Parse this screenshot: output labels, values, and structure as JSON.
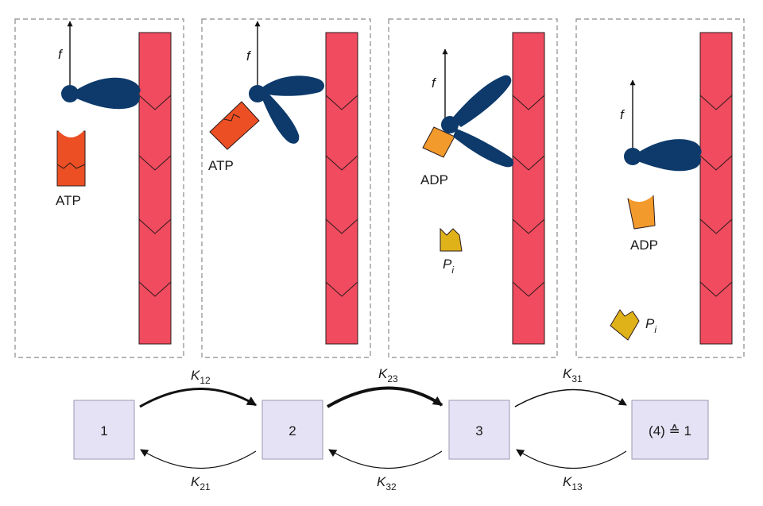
{
  "panels": [
    {
      "force_label": "f",
      "nucleotide_label": "ATP"
    },
    {
      "force_label": "f",
      "nucleotide_label": "ATP"
    },
    {
      "force_label": "f",
      "nucleotide_label": "ADP",
      "phosphate_label": "P",
      "phosphate_sub": "i"
    },
    {
      "force_label": "f",
      "nucleotide_label": "ADP",
      "phosphate_label": "P",
      "phosphate_sub": "i"
    }
  ],
  "states": [
    {
      "label": "1"
    },
    {
      "label": "2"
    },
    {
      "label": "3"
    },
    {
      "label": "(4) ≙ 1"
    }
  ],
  "rates": {
    "k12": {
      "base": "K",
      "sub": "12"
    },
    "k23": {
      "base": "K",
      "sub": "23"
    },
    "k31": {
      "base": "K",
      "sub": "31"
    },
    "k21": {
      "base": "K",
      "sub": "21"
    },
    "k32": {
      "base": "K",
      "sub": "32"
    },
    "k13": {
      "base": "K",
      "sub": "13"
    }
  },
  "colors": {
    "actin": "#f04b5f",
    "myosin": "#0d3a6b",
    "atp": "#ec4f24",
    "adp": "#f39a2c",
    "phosphate": "#e0b21a",
    "state_box": "#e4e2f4",
    "frame": "#8a8a8a"
  }
}
